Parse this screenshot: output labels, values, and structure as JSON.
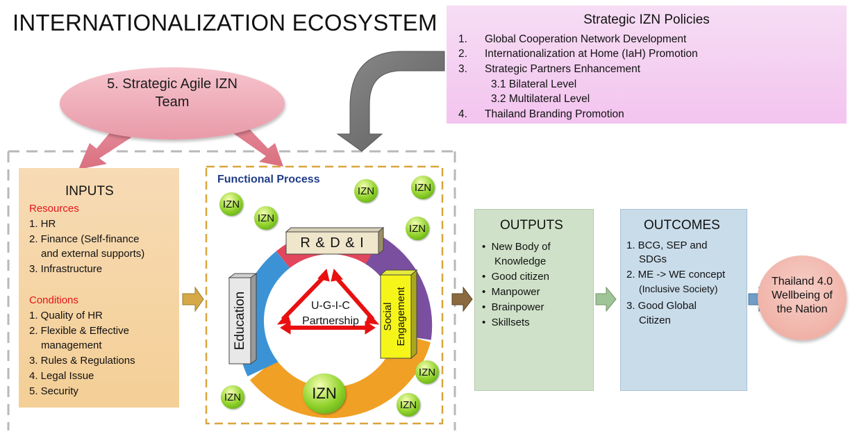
{
  "title": "INTERNATIONALIZATION ECOSYSTEM",
  "policies": {
    "title": "Strategic IZN Policies",
    "items": [
      {
        "num": "1.",
        "text": "Global Cooperation Network Development"
      },
      {
        "num": "2.",
        "text": "Internationalization at Home (IaH) Promotion"
      },
      {
        "num": "3.",
        "text": "Strategic Partners Enhancement"
      },
      {
        "num": "",
        "text": "3.1 Bilateral Level"
      },
      {
        "num": "",
        "text": "3.2 Multilateral Level"
      },
      {
        "num": "4.",
        "text": "Thailand Branding Promotion"
      }
    ]
  },
  "team": {
    "line1": "5. Strategic Agile IZN",
    "line2": "Team"
  },
  "inputs": {
    "title": "INPUTS",
    "resources_label": "Resources",
    "resources": [
      "1. HR",
      "2. Finance",
      "(Self-finance",
      "and external supports)",
      "3. Infrastructure"
    ],
    "conditions_label": "Conditions",
    "conditions": [
      "1. Quality of HR",
      "2. Flexible & Effective",
      "management",
      "3. Rules & Regulations",
      "4. Legal Issue",
      "5. Security"
    ]
  },
  "process": {
    "label": "Functional Process",
    "rdi": "R & D & I",
    "education": "Education",
    "social1": "Social",
    "social2": "Engagement",
    "center1": "U-G-I-C",
    "center2": "Partnership",
    "izn": "IZN"
  },
  "outputs": {
    "title": "OUTPUTS",
    "items": [
      "New Body of",
      "Knowledge",
      "Good citizen",
      "Manpower",
      "Brainpower",
      "Skillsets"
    ]
  },
  "outcomes": {
    "title": "OUTCOMES",
    "items": [
      "1. BCG, SEP and",
      "SDGs",
      "2. ME -> WE concept",
      "(Inclusive Society)",
      "3. Good Global",
      "Citizen"
    ]
  },
  "nation": {
    "line1": "Thailand 4.0",
    "line2": "Wellbeing of",
    "line3": "the Nation"
  },
  "colors": {
    "policy_bg": "#f3c4ef",
    "inputs_bg": "#f4cf96",
    "outputs_bg": "#cfe2c9",
    "outcomes_bg": "#c9dcea",
    "nation_bg": "#eea69a",
    "team_bg": "#e89aa8",
    "triangle": "#e81010",
    "red_label": "#e3141a",
    "process_label": "#1f3c88"
  }
}
